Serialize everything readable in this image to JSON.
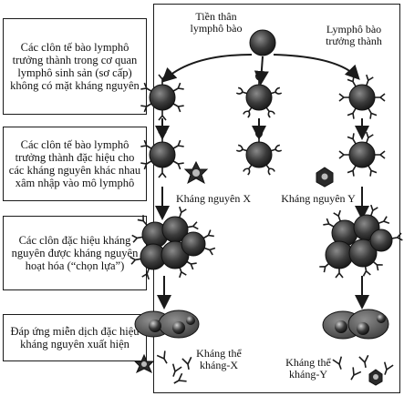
{
  "left_labels": [
    "Các clôn tế bào lymphô trưởng thành trong cơ quan lymphô sinh sản (sơ cấp) không có mặt kháng nguyên",
    "Các clôn tế bào lymphô trưởng thành đặc hiệu cho các kháng nguyên khác nhau xâm nhập vào mô lymphô",
    "Các clôn đặc hiệu kháng nguyên được kháng nguyên hoạt hóa (“chọn lựa”)",
    "Đáp ứng miễn dịch đặc hiệu kháng nguyên xuất hiện"
  ],
  "progenitor_label": "Tiền thân lymphô bào",
  "mature_label": "Lymphô bào trưởng thành",
  "antigen_x_label": "Kháng nguyên X",
  "antigen_y_label": "Kháng nguyên Y",
  "antibody_x_label": "Kháng thể kháng-X",
  "antibody_y_label": "Kháng thể kháng-Y",
  "colors": {
    "ink": "#1a1a1a",
    "cell": "#3a3a3a",
    "plasma": "#5a5a5a"
  }
}
